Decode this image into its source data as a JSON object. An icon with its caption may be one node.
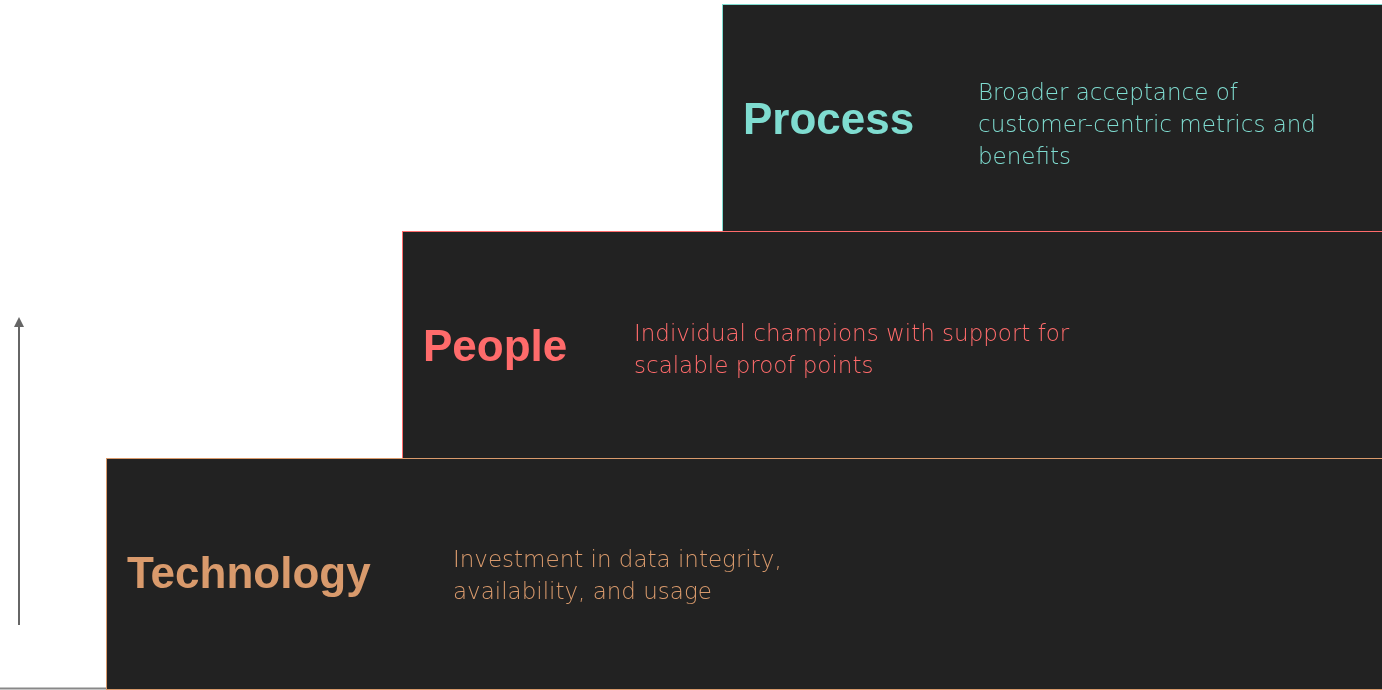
{
  "diagram": {
    "nodes": [
      {
        "text": [
          "Process",
          "Broader acceptance of customer-centric metrics and benefits"
        ]
      },
      {
        "text": [
          "People",
          "Individual champions with support for scalable proof points"
        ]
      },
      {
        "text": [
          "Technology",
          "Investment in data integrity, availability, and usage"
        ]
      }
    ]
  }
}
